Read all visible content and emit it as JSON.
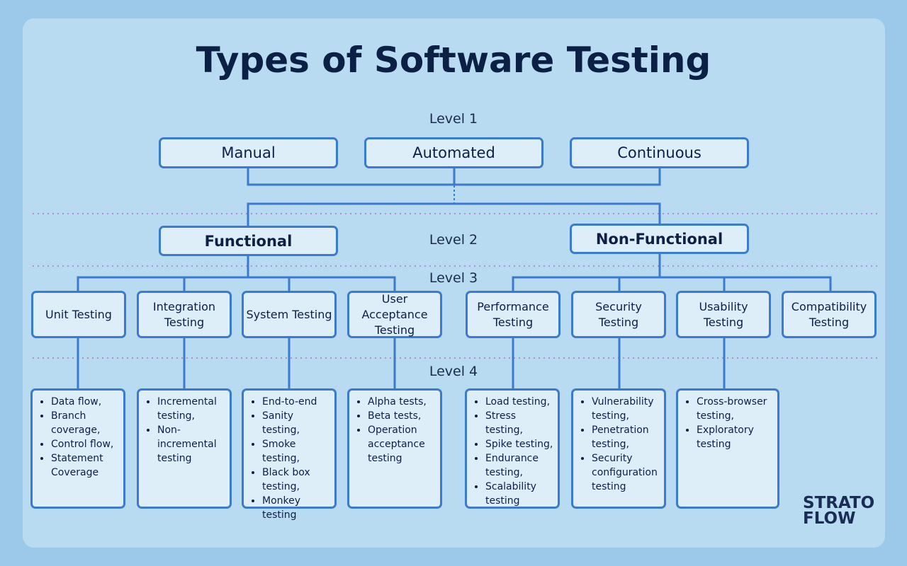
{
  "title": "Types of Software Testing",
  "levels": {
    "level1": "Level 1",
    "level2": "Level 2",
    "level3": "Level 3",
    "level4": "Level 4"
  },
  "level1_items": [
    "Manual",
    "Automated",
    "Continuous"
  ],
  "level2_items": [
    "Functional",
    "Non-Functional"
  ],
  "level3_items": [
    "Unit Testing",
    "Integration Testing",
    "System Testing",
    "User Acceptance Testing",
    "Performance Testing",
    "Security Testing",
    "Usability Testing",
    "Compatibility Testing"
  ],
  "level4_lists": [
    [
      "Data flow,",
      "Branch coverage,",
      "Control flow,",
      "Statement Coverage"
    ],
    [
      "Incremental testing,",
      "Non-incremental testing"
    ],
    [
      "End-to-end",
      "Sanity testing,",
      "Smoke testing,",
      "Black box testing,",
      "Monkey testing"
    ],
    [
      "Alpha tests,",
      "Beta tests,",
      "Operation acceptance testing"
    ],
    [
      "Load testing,",
      "Stress testing,",
      "Spike testing,",
      "Endurance testing,",
      "Scalability testing"
    ],
    [
      "Vulnerability testing,",
      "Penetration testing,",
      "Security configuration testing"
    ],
    [
      "Cross-browser testing,",
      "Exploratory testing"
    ]
  ],
  "logo": {
    "line1": "STRATO",
    "line2": "FLOW"
  },
  "colors": {
    "background": "#9cc9e9",
    "panel": "#b8dbf1",
    "box_fill": "#deeef9",
    "box_border": "#3a7bd0",
    "text_dark": "#0c1f45",
    "divider": "#b48ad8"
  }
}
